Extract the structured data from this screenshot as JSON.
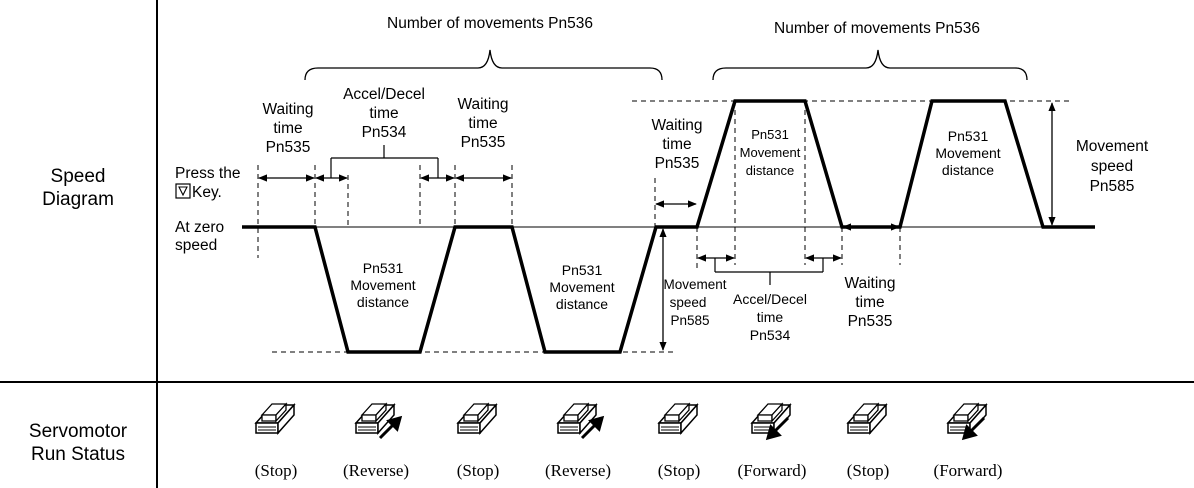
{
  "rows": {
    "speed_label": [
      "Speed",
      "Diagram"
    ],
    "status_label": [
      "Servomotor",
      "Run Status"
    ]
  },
  "diagram": {
    "movements_label": "Number of movements Pn536",
    "press_key": [
      "Press the",
      "Key."
    ],
    "zero_speed": [
      "At zero",
      "speed"
    ],
    "waiting_time": [
      "Waiting",
      "time",
      "Pn535"
    ],
    "accel_decel": [
      "Accel/Decel",
      "time",
      "Pn534"
    ],
    "movement_distance": [
      "Pn531",
      "Movement",
      "distance"
    ],
    "movement_speed": [
      "Movement",
      "speed",
      "Pn585"
    ]
  },
  "status": {
    "stop": "(Stop)",
    "reverse": "(Reverse)",
    "forward": "(Forward)",
    "sequence": [
      "stop",
      "reverse",
      "stop",
      "reverse",
      "stop",
      "forward",
      "stop",
      "forward"
    ]
  },
  "icons": {
    "motor": "servomotor-icon",
    "reverse_arrow": "arrow-up-right-icon",
    "forward_arrow": "arrow-down-left-icon",
    "key": "down-triangle-key-icon"
  }
}
